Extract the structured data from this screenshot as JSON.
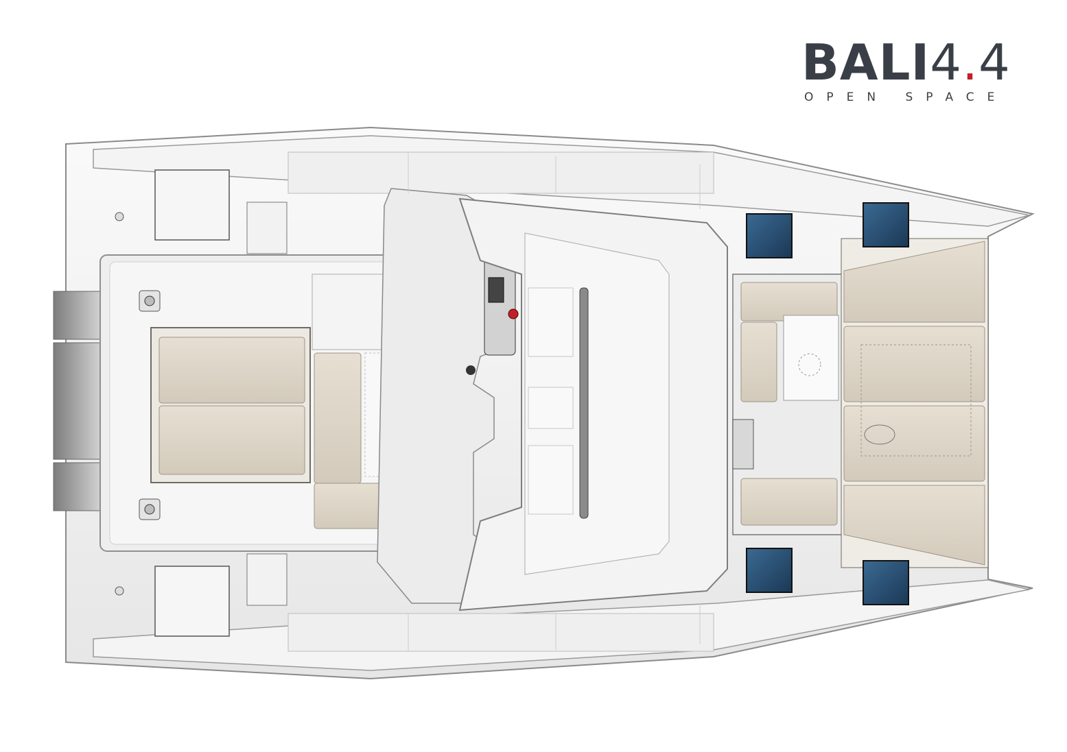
{
  "logo": {
    "brand": "BALI",
    "model_prefix": "4",
    "model_dot": ".",
    "model_suffix": "4",
    "tagline": "OPEN SPACE"
  },
  "colors": {
    "hull": "#f2f2f2",
    "hull_outline": "#8a8a8a",
    "deck": "#e9e9ea",
    "cushion": "#dcd4c6",
    "cushion_outline": "#a79f92",
    "hatch": "#284f73",
    "brand_text": "#3a3f47",
    "brand_accent": "#c0202a"
  }
}
